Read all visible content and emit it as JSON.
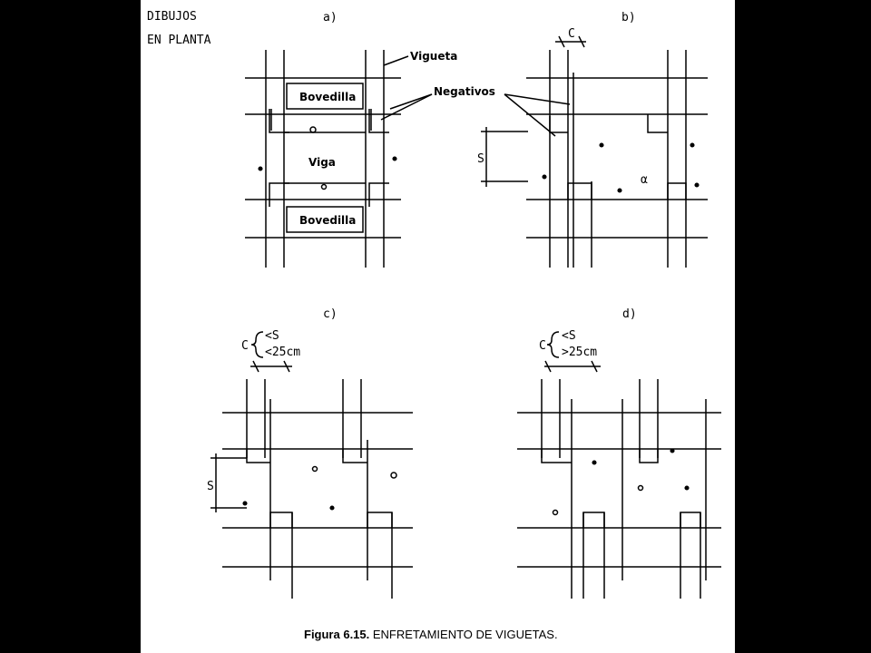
{
  "heading": {
    "line1": "DIBUJOS",
    "line2": "EN PLANTA"
  },
  "panels": {
    "a": {
      "tag": "a)",
      "vigueta": "Vigueta",
      "negativos": "Negativos",
      "bovedilla": "Bovedilla",
      "viga": "Viga"
    },
    "b": {
      "tag": "b)",
      "c": "C",
      "s": "S",
      "alpha": "α"
    },
    "c": {
      "tag": "c)",
      "c": "C",
      "cond1": "<S",
      "cond2": "<25cm",
      "s": "S"
    },
    "d": {
      "tag": "d)",
      "c": "C",
      "cond1": "<S",
      "cond2": ">25cm"
    }
  },
  "caption": {
    "number": "Figura 6.15.",
    "title": "ENFRETAMIENTO DE VIGUETAS."
  }
}
